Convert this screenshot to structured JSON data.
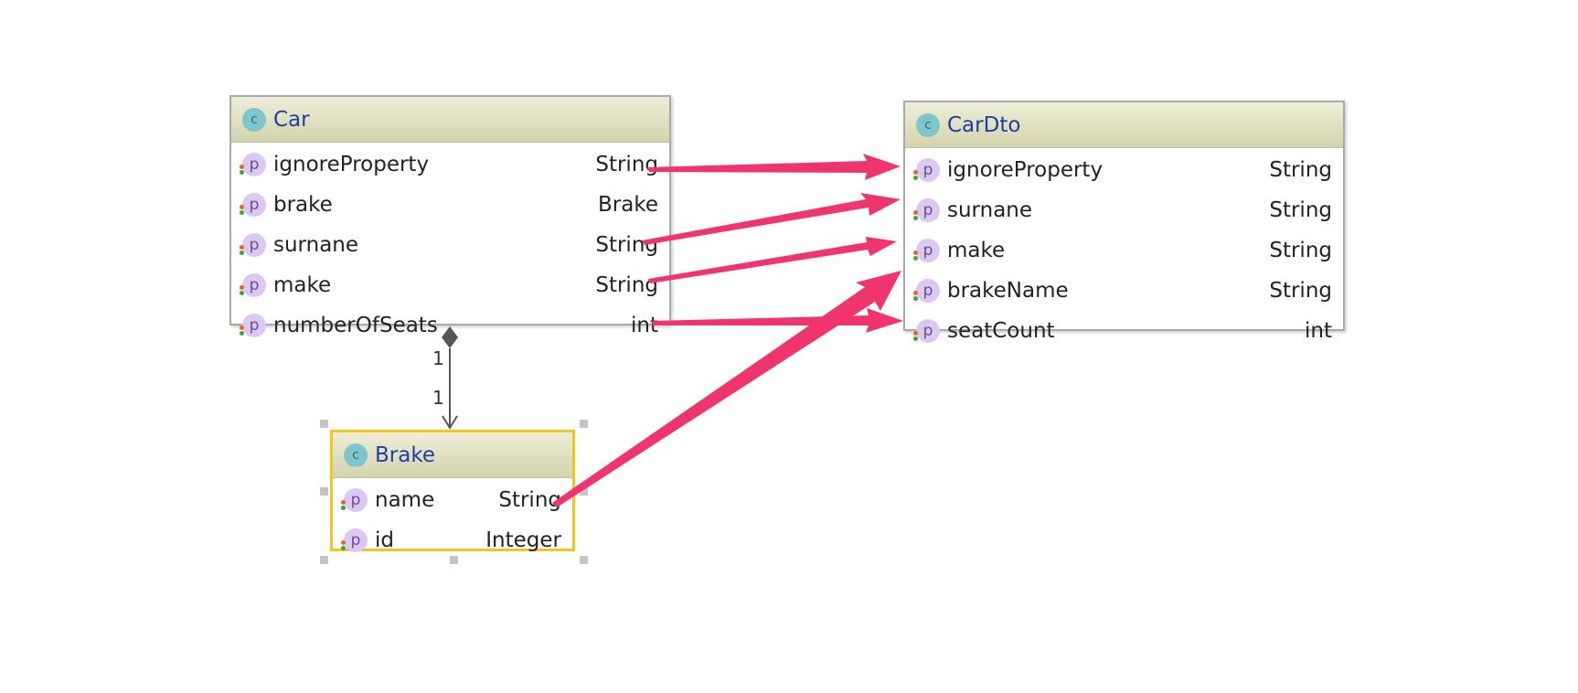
{
  "classes": {
    "car": {
      "icon": "c",
      "name": "Car",
      "fields": [
        {
          "name": "ignoreProperty",
          "type": "String"
        },
        {
          "name": "brake",
          "type": "Brake"
        },
        {
          "name": "surnane",
          "type": "String"
        },
        {
          "name": "make",
          "type": "String"
        },
        {
          "name": "numberOfSeats",
          "type": "int"
        }
      ]
    },
    "car_dto": {
      "icon": "c",
      "name": "CarDto",
      "fields": [
        {
          "name": "ignoreProperty",
          "type": "String"
        },
        {
          "name": "surnane",
          "type": "String"
        },
        {
          "name": "make",
          "type": "String"
        },
        {
          "name": "brakeName",
          "type": "String"
        },
        {
          "name": "seatCount",
          "type": "int"
        }
      ]
    },
    "brake": {
      "icon": "c",
      "name": "Brake",
      "fields": [
        {
          "name": "name",
          "type": "String"
        },
        {
          "name": "id",
          "type": "Integer"
        }
      ]
    }
  },
  "field_icon_letter": "p",
  "association": {
    "source_multiplicity": "1",
    "target_multiplicity": "1"
  },
  "mapping_arrows": [
    {
      "from": "Car.ignoreProperty",
      "to": "CarDto.ignoreProperty"
    },
    {
      "from": "Car.surnane",
      "to": "CarDto.surnane"
    },
    {
      "from": "Car.make",
      "to": "CarDto.make"
    },
    {
      "from": "Car.numberOfSeats",
      "to": "CarDto.seatCount"
    },
    {
      "from": "Brake.name",
      "to": "CarDto.brakeName"
    }
  ],
  "colors": {
    "arrow": "#f0346e",
    "header_top": "#eeeed8",
    "header_bottom": "#d4d4ae",
    "class_name": "#1f3ea0",
    "selection_border": "#f2c51f",
    "class_icon": "#7fc6cc",
    "property_icon": "#dcc8f2"
  },
  "icons": {
    "class": "class-c-icon",
    "field": "property-p-icon",
    "composition": "composition-diamond-icon"
  }
}
